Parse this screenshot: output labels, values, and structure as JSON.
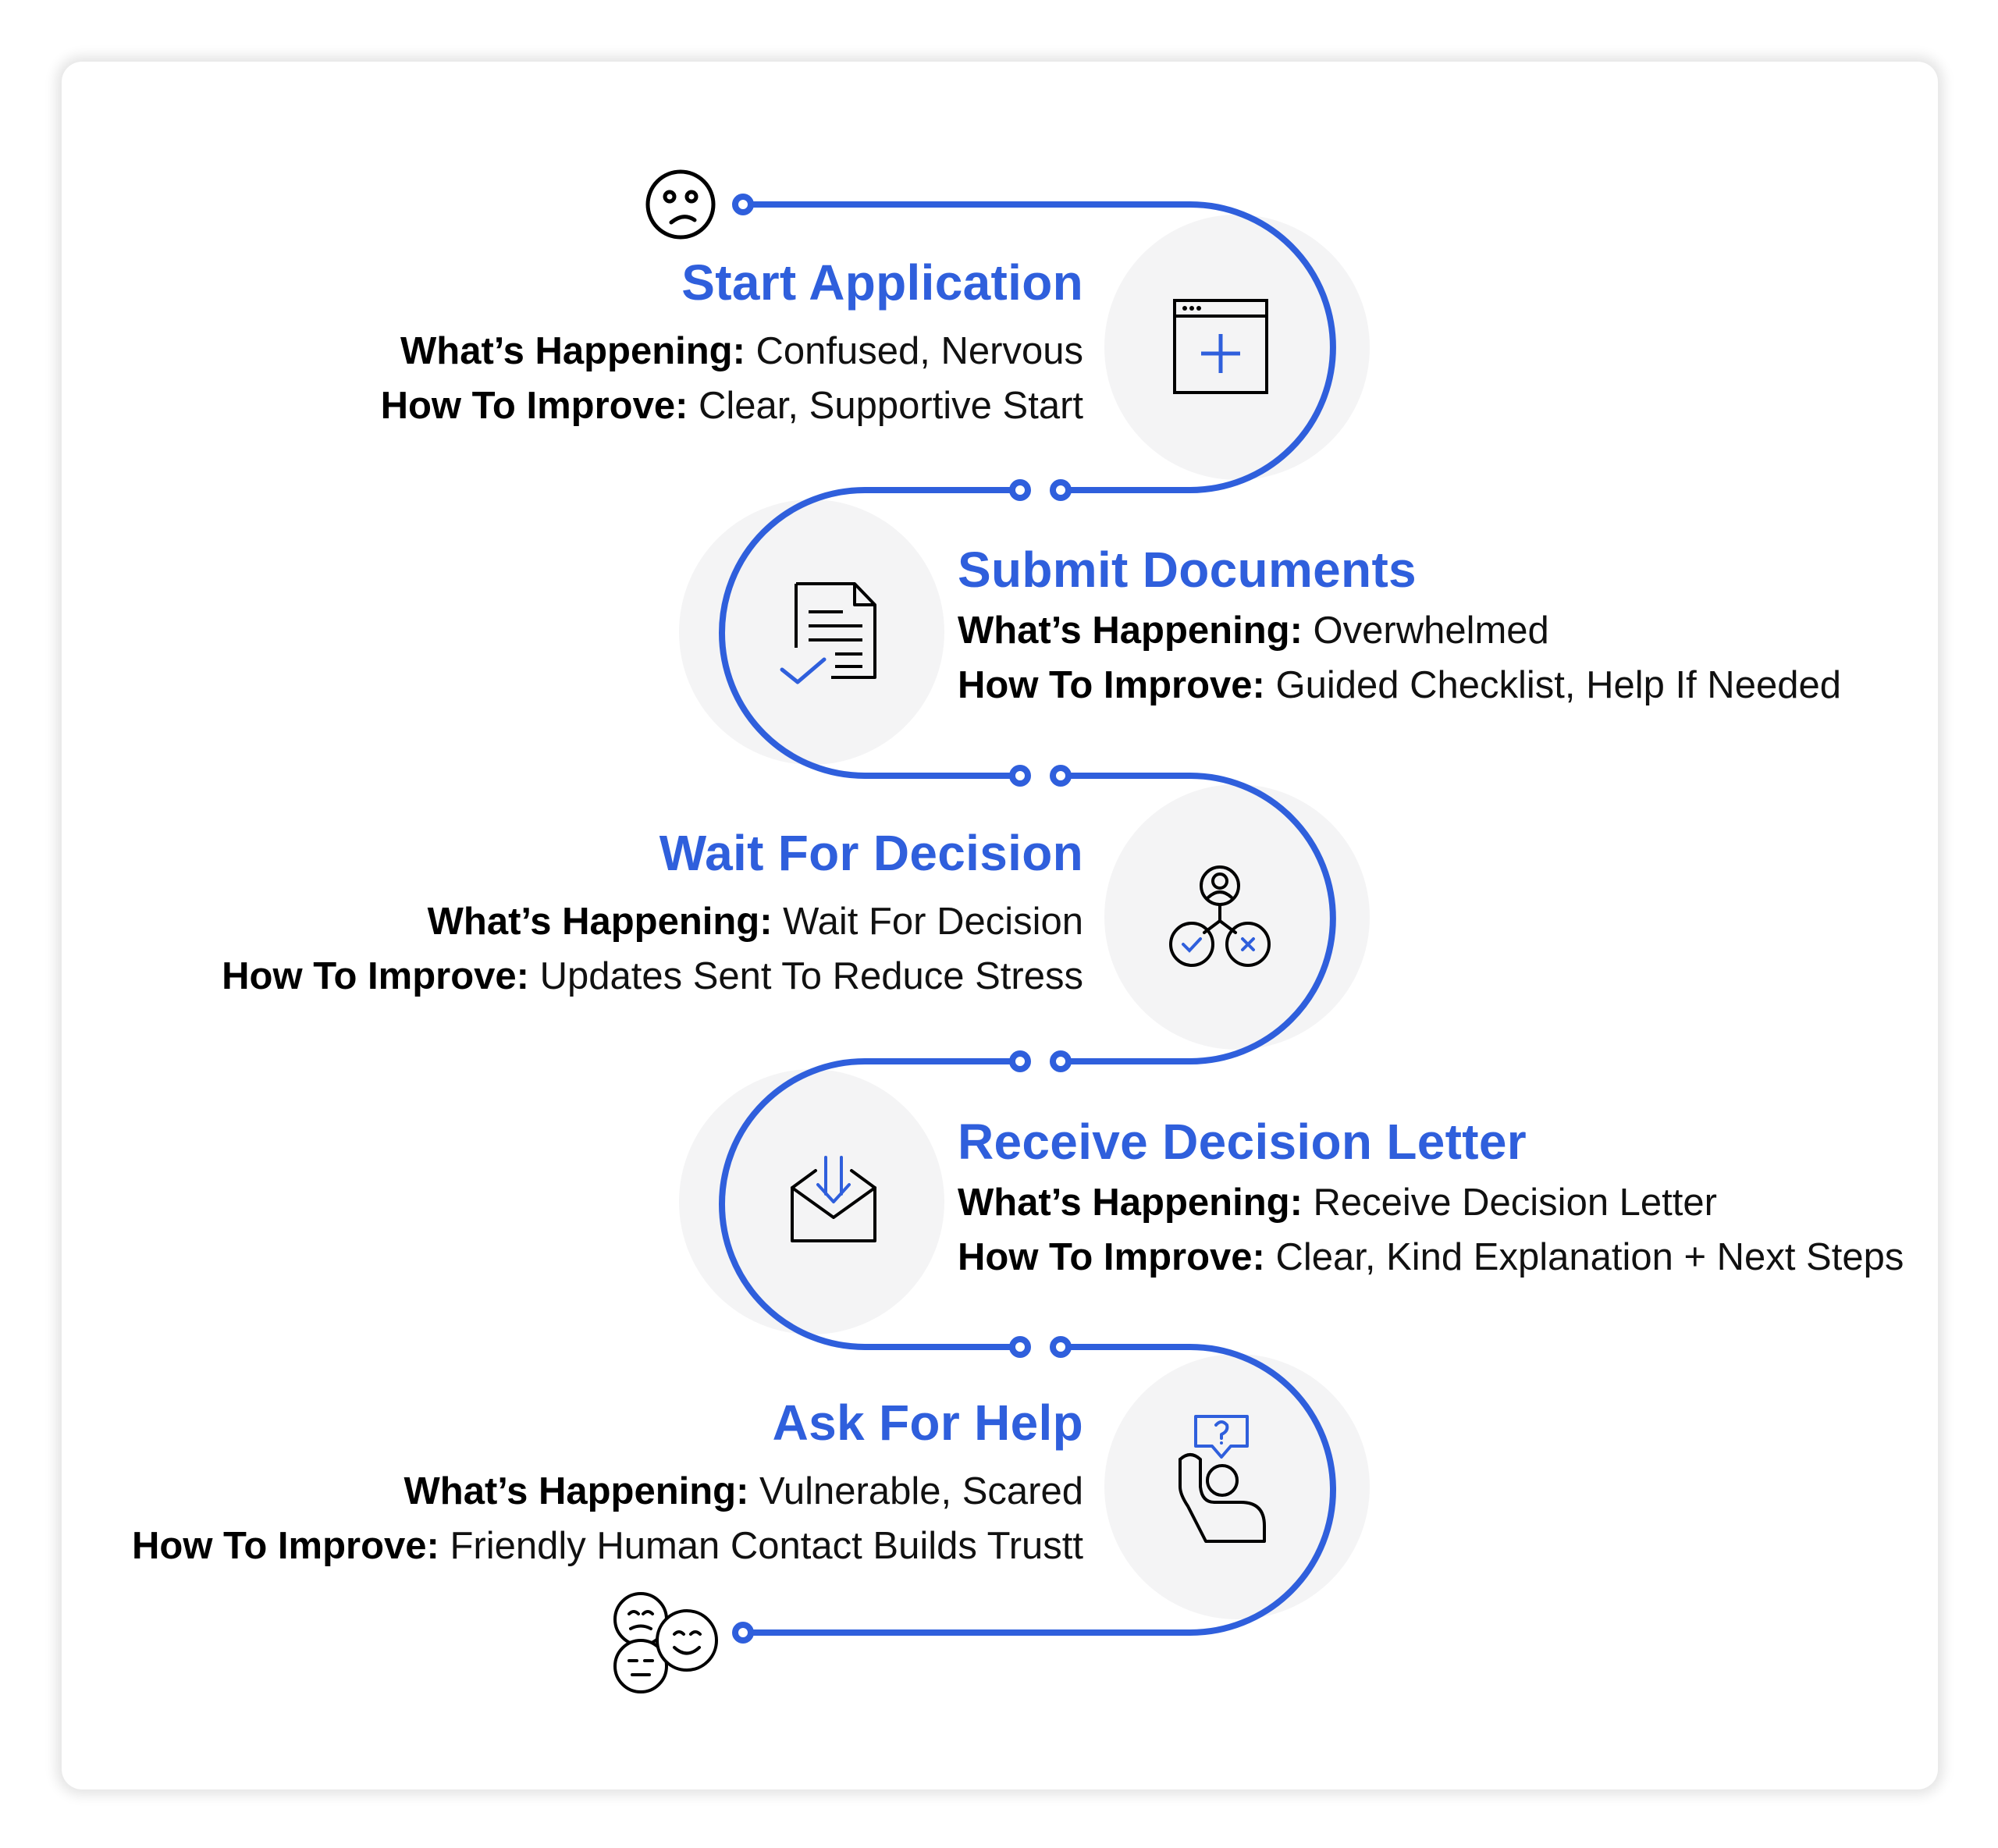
{
  "colors": {
    "accent": "#2f5fdc",
    "circle_bg": "#f4f4f5",
    "text": "#111111"
  },
  "labels": {
    "happening": "What’s Happening:",
    "improve": "How To Improve:"
  },
  "start_icon": "confused-face-icon",
  "end_icon": "mixed-emotion-faces-icon",
  "steps": [
    {
      "title": "Start Application",
      "happening": "Confused, Nervous",
      "improve": "Clear, Supportive Start",
      "icon": "browser-window-plus-icon"
    },
    {
      "title": "Submit Documents",
      "happening": "Overwhelmed",
      "improve": "Guided Checklist, Help If Needed",
      "icon": "document-check-icon"
    },
    {
      "title": "Wait For Decision",
      "happening": "Wait For Decision",
      "improve": "Updates Sent To Reduce Stress",
      "icon": "decision-person-icon"
    },
    {
      "title": "Receive Decision Letter",
      "happening": "Receive Decision Letter",
      "improve": "Clear, Kind Explanation + Next Steps",
      "icon": "envelope-download-icon"
    },
    {
      "title": "Ask For Help",
      "happening": "Vulnerable, Scared",
      "improve": "Friendly Human Contact Builds Trustt",
      "icon": "raised-hand-question-icon"
    }
  ]
}
